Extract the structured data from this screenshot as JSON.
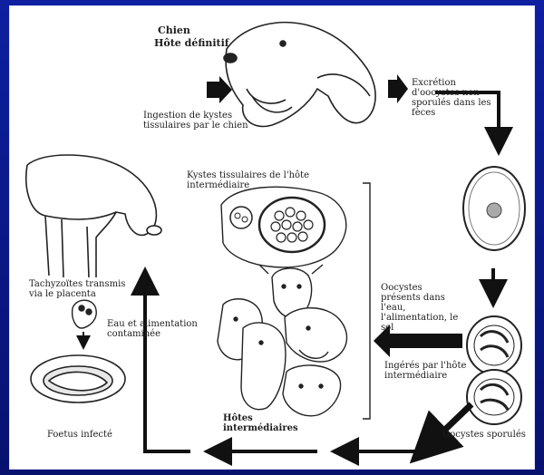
{
  "labels": {
    "host_title": "Chien",
    "host_subtitle": "Hôte définitif",
    "ingestion": "Ingestion de kystes tissulaires par le chien",
    "excretion": "Excrétion d'oocystes non sporulés dans les fèces",
    "tissue_cysts": "Kystes tissulaires de l'hôte intermédiaire",
    "tachyzoites": "Tachyzoïtes transmis via le placenta",
    "water_food": "Eau et alimentation contaminée",
    "oocysts_present": "Oocystes présents dans l'eau, l'alimentation, le sol",
    "ingested_by": "Ingérés par l'hôte intermédiaire",
    "intermediate_hosts": "Hôtes intermédiaires",
    "fetus_infected": "Foetus infecté",
    "sporulated_oocysts": "Oocystes sporulés"
  }
}
